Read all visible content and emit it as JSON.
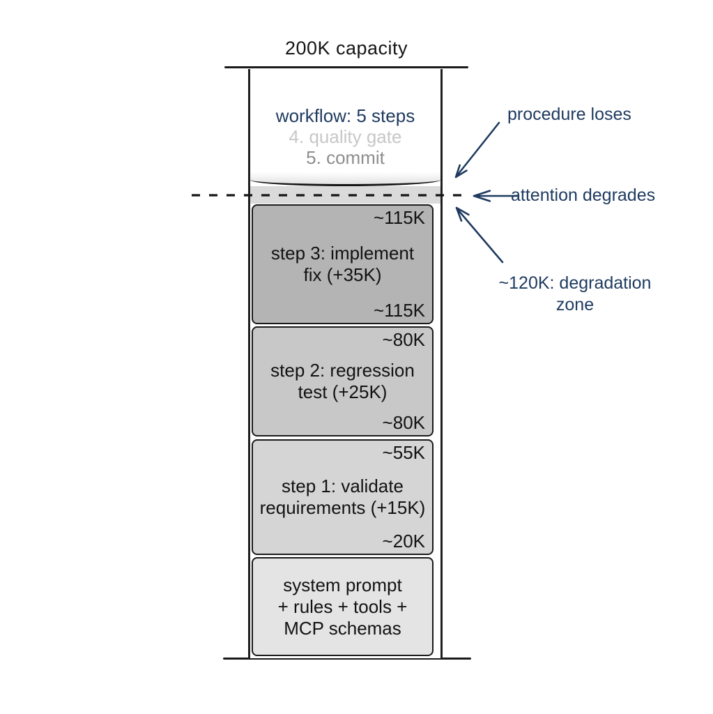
{
  "title": "200K capacity",
  "colors": {
    "navy": "#1e3a5f",
    "step3_fill": "#b4b4b4",
    "step2_fill": "#c8c8c8",
    "step1_fill": "#d5d5d5",
    "base_fill": "#e4e4e4",
    "band_fill": "#dadada",
    "faded_text": "#c7c7c7",
    "commit_text": "#8d8d8d"
  },
  "column": {
    "workflow_header": "workflow: 5 steps",
    "workflow_item_faded": "4. quality gate",
    "workflow_item_dim": "5. commit",
    "blocks": {
      "step3": {
        "label": "step 3: implement\nfix (+35K)",
        "top_marker": "~115K",
        "bottom_marker": "~115K"
      },
      "step2": {
        "label": "step 2: regression\ntest (+25K)",
        "top_marker": "~80K",
        "bottom_marker": "~80K"
      },
      "step1": {
        "label": "step 1: validate\nrequirements (+15K)",
        "top_marker": "~55K",
        "bottom_marker": "~20K"
      },
      "base": {
        "label": "system prompt\n+ rules + tools +\nMCP schemas"
      }
    }
  },
  "annotations": {
    "procedure": "procedure loses",
    "attention": "attention degrades",
    "degradation": "~120K: degradation\nzone"
  }
}
